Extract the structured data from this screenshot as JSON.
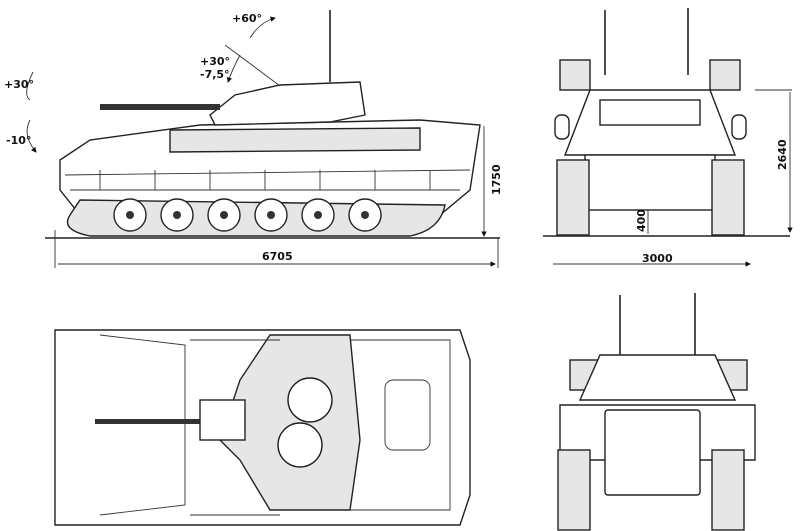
{
  "angles": {
    "turret_max": "+60°",
    "gun_up": "+30°",
    "gun_down": "-7,5°",
    "side_up": "+30°",
    "side_down": "-10°"
  },
  "dimensions": {
    "length": "6705",
    "height_hull": "1750",
    "height_total": "2640",
    "width": "3000",
    "ground_clearance": "400"
  }
}
